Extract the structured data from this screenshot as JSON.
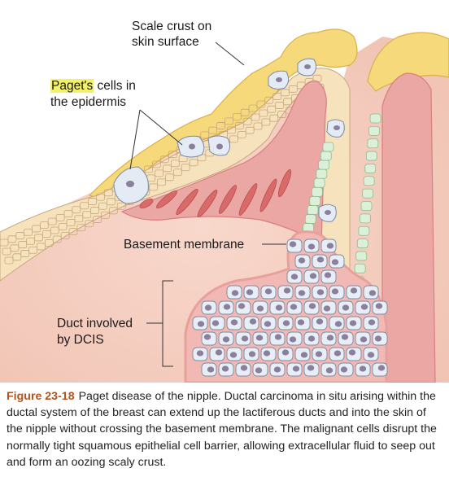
{
  "labels": {
    "scale_crust_line1": "Scale crust on",
    "scale_crust_line2": "skin surface",
    "pagets_highlight": "Paget's",
    "pagets_rest": " cells in",
    "pagets_line2": "the epidermis",
    "basement_membrane": "Basement membrane",
    "duct_line1": "Duct involved",
    "duct_line2": "by DCIS"
  },
  "caption": {
    "figure_number": "Figure 23-18",
    "text": "Paget disease of the nipple. Ductal carcinoma in situ arising within the ductal system of the breast can extend up the lactiferous ducts and into the skin of the nipple without crossing the basement membrane. The malignant cells disrupt the normally tight squamous epithelial cell barrier, allowing extracellular fluid to seep out and form an oozing scaly crust."
  },
  "colors": {
    "crust": "#f6d97a",
    "epidermis": "#f6e2bd",
    "dermis": "#f2c0b0",
    "duct_lumen": "#e9a9a7",
    "duct_epithelium": "#dcefd9",
    "tumor_cell": "#e8eef6",
    "nucleus": "#8a7f9c",
    "figure_number": "#b2531d",
    "highlight": "#f3f06a"
  }
}
